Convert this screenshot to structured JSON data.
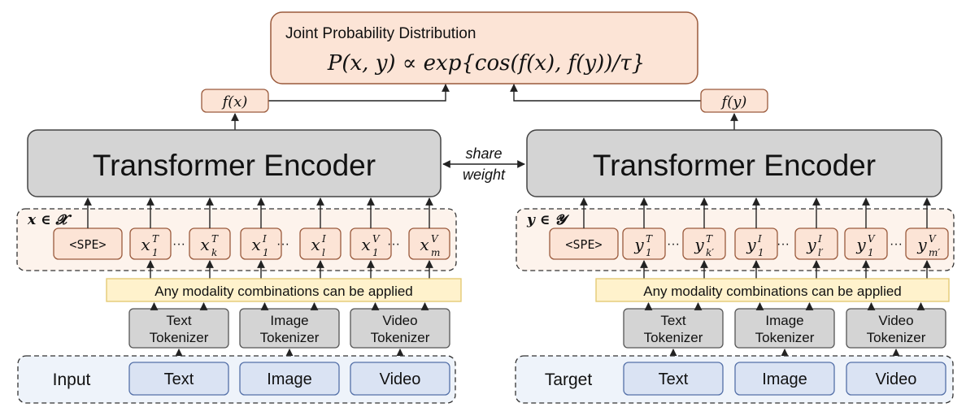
{
  "joint": {
    "title": "Joint Probability Distribution",
    "formula": "P(x, y) ∝ exp{cos(f(x), f(y))/τ}"
  },
  "share": {
    "line1": "share",
    "line2": "weight"
  },
  "left": {
    "f_label": "f(x)",
    "encoder_label": "Transformer Encoder",
    "set_label": "x ∈ 𝓧",
    "spe": "<SPE>",
    "tokens": [
      {
        "base": "x",
        "sup": "T",
        "sub": "1"
      },
      {
        "base": "x",
        "sup": "T",
        "sub": "k"
      },
      {
        "base": "x",
        "sup": "I",
        "sub": "1"
      },
      {
        "base": "x",
        "sup": "I",
        "sub": "l"
      },
      {
        "base": "x",
        "sup": "V",
        "sub": "1"
      },
      {
        "base": "x",
        "sup": "V",
        "sub": "m"
      }
    ],
    "ellipsis": "···",
    "banner": "Any modality combinations can be applied",
    "tokenizers": [
      {
        "line1": "Text",
        "line2": "Tokenizer"
      },
      {
        "line1": "Image",
        "line2": "Tokenizer"
      },
      {
        "line1": "Video",
        "line2": "Tokenizer"
      }
    ],
    "input_label": "Input",
    "inputs": [
      "Text",
      "Image",
      "Video"
    ]
  },
  "right": {
    "f_label": "f(y)",
    "encoder_label": "Transformer Encoder",
    "set_label": "y ∈ 𝓨",
    "spe": "<SPE>",
    "tokens": [
      {
        "base": "y",
        "sup": "T",
        "sub": "1"
      },
      {
        "base": "y",
        "sup": "T",
        "sub": "k′"
      },
      {
        "base": "y",
        "sup": "I",
        "sub": "1"
      },
      {
        "base": "y",
        "sup": "I",
        "sub": "l′"
      },
      {
        "base": "y",
        "sup": "V",
        "sub": "1"
      },
      {
        "base": "y",
        "sup": "V",
        "sub": "m′"
      }
    ],
    "ellipsis": "···",
    "banner": "Any modality combinations can be applied",
    "tokenizers": [
      {
        "line1": "Text",
        "line2": "Tokenizer"
      },
      {
        "line1": "Image",
        "line2": "Tokenizer"
      },
      {
        "line1": "Video",
        "line2": "Tokenizer"
      }
    ],
    "input_label": "Target",
    "inputs": [
      "Text",
      "Image",
      "Video"
    ]
  },
  "colors": {
    "peach_fill": "#fce4d6",
    "peach_stroke": "#c07050",
    "panel_fill": "#fdf3ec",
    "gray_fill": "#d4d4d4",
    "gray_stroke": "#555555",
    "yellow_fill": "#fff2cc",
    "yellow_stroke": "#e2c66d",
    "blue_fill": "#dae3f3",
    "blue_stroke": "#5470a8",
    "input_panel_fill": "#eef3fa",
    "line": "#222222"
  }
}
